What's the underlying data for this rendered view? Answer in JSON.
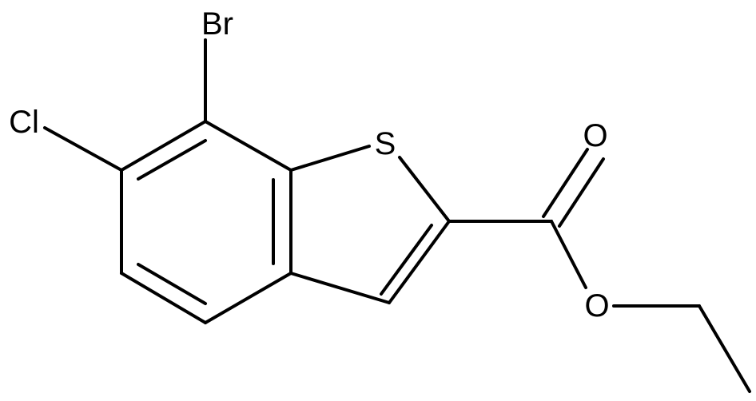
{
  "molecule": {
    "atoms": {
      "br": "Br",
      "cl": "Cl",
      "s": "S",
      "o_carbonyl": "O",
      "o_ester": "O"
    }
  },
  "colors": {
    "bond": "#000000",
    "label": "#000000",
    "background": "#ffffff"
  }
}
